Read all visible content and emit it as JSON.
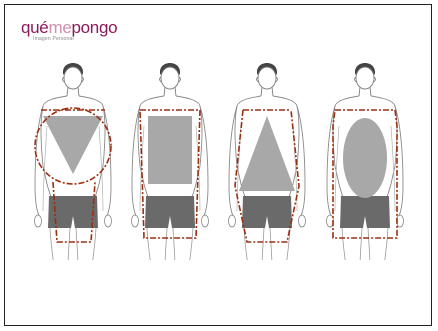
{
  "logo": {
    "parts": [
      {
        "text": "qué",
        "color": "#8b1a5a"
      },
      {
        "text": "me",
        "color": "#d28fb0"
      },
      {
        "text": "pongo",
        "color": "#8b1a5a"
      }
    ],
    "tagline": "Imagen Personal"
  },
  "colors": {
    "outline_dash": "#9a2f10",
    "shape_light": "#a8a8a8",
    "shorts": "#6a6a6a",
    "body_line": "#7a7a7a",
    "hair": "#444444"
  },
  "figures": [
    {
      "shape": "inverted-triangle-icon"
    },
    {
      "shape": "rectangle-icon"
    },
    {
      "shape": "triangle-icon"
    },
    {
      "shape": "oval-icon"
    }
  ]
}
